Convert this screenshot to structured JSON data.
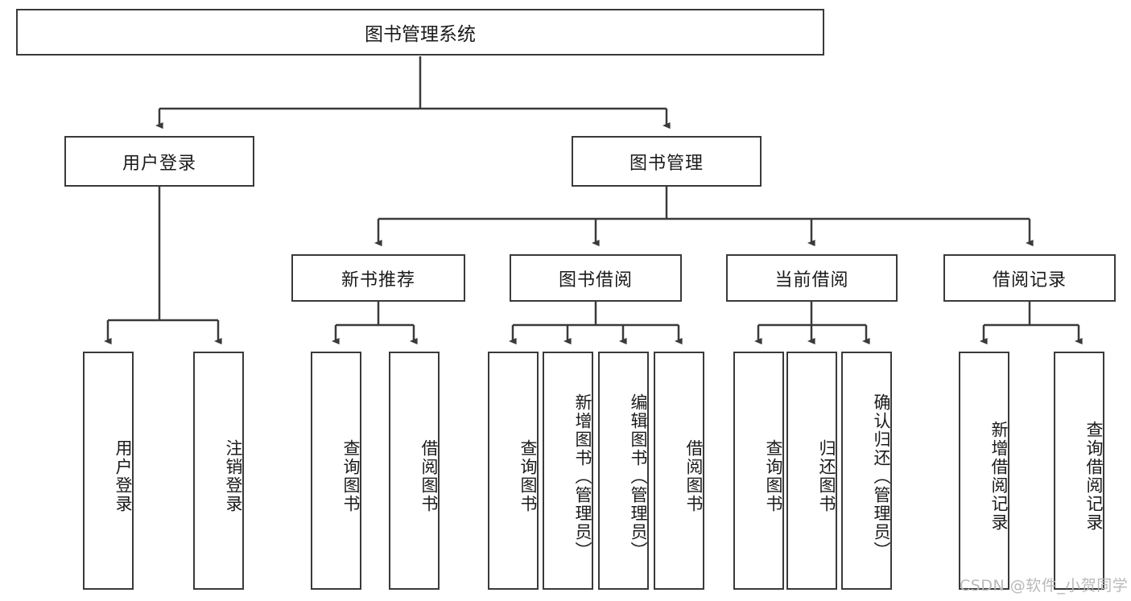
{
  "diagram": {
    "type": "tree-hierarchy-functional-decomposition",
    "root": {
      "label": "图书管理系统"
    },
    "level2": [
      {
        "label": "用户登录"
      },
      {
        "label": "图书管理"
      }
    ],
    "level3": [
      {
        "label": "新书推荐"
      },
      {
        "label": "图书借阅"
      },
      {
        "label": "当前借阅"
      },
      {
        "label": "借阅记录"
      }
    ],
    "leaves": {
      "user_login": [
        {
          "label": "用户登录"
        },
        {
          "label": "注销登录"
        }
      ],
      "new_book_recommend": [
        {
          "label": "查询图书"
        },
        {
          "label": "借阅图书"
        }
      ],
      "book_borrow": [
        {
          "label": "查询图书"
        },
        {
          "label": "新增图书（管理员）"
        },
        {
          "label": "编辑图书（管理员）"
        },
        {
          "label": "借阅图书"
        }
      ],
      "current_borrow": [
        {
          "label": "查询图书"
        },
        {
          "label": "归还图书"
        },
        {
          "label": "确认归还（管理员）"
        }
      ],
      "borrow_record": [
        {
          "label": "新增借阅记录"
        },
        {
          "label": "查询借阅记录"
        }
      ]
    },
    "watermark": {
      "text": "CSDN @软件_小贺同学"
    },
    "colors": {
      "border": "#3a3a3a",
      "text": "#1a1a1a",
      "background": "#ffffff",
      "watermark": "#b9b9b9"
    }
  }
}
